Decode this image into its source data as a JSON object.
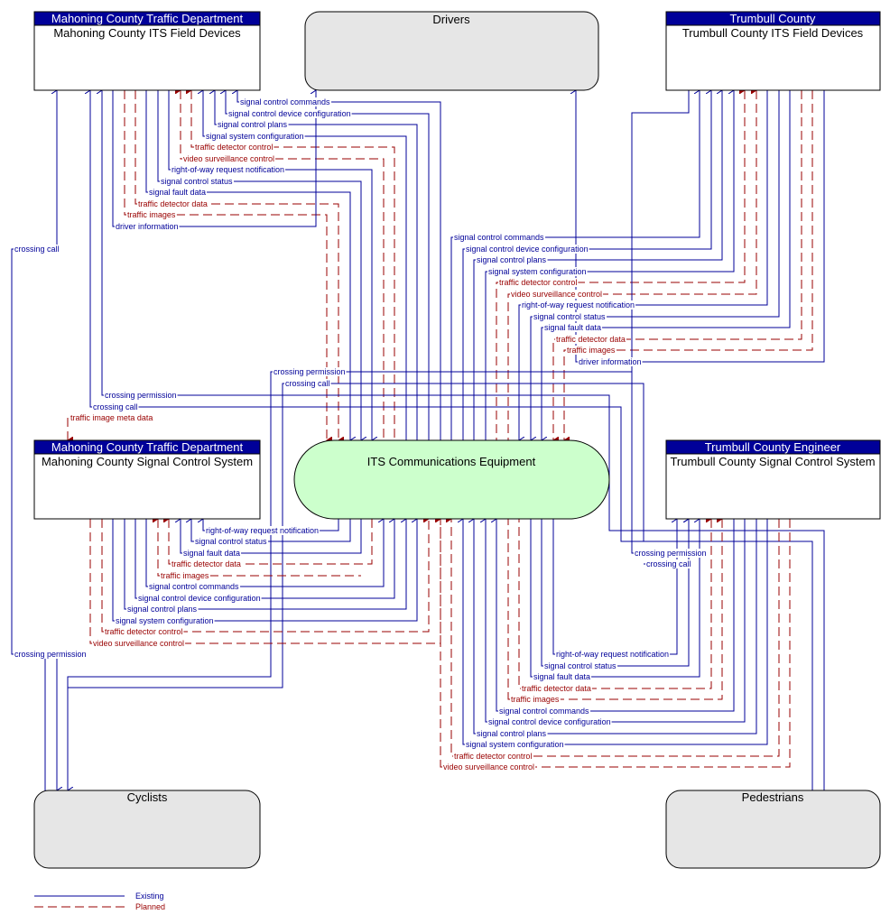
{
  "legend": {
    "existing": "Existing",
    "planned": "Planned"
  },
  "colors": {
    "existing": "#000099",
    "planned": "#990000",
    "header": "#000099",
    "center": "#ccffcc",
    "terminator": "#e6e6e6"
  },
  "nodes": {
    "mahoning_field": {
      "header": "Mahoning County Traffic Department",
      "title": "Mahoning County ITS Field Devices"
    },
    "drivers": {
      "title": "Drivers"
    },
    "trumbull_field": {
      "header": "Trumbull County",
      "title": "Trumbull County ITS Field Devices"
    },
    "its_comm": {
      "title": "ITS Communications Equipment"
    },
    "mahoning_signal": {
      "header": "Mahoning County Traffic Department",
      "title": "Mahoning County Signal Control System"
    },
    "trumbull_signal": {
      "header": "Trumbull County Engineer",
      "title": "Trumbull County Signal Control System"
    },
    "cyclists": {
      "title": "Cyclists"
    },
    "pedestrians": {
      "title": "Pedestrians"
    }
  },
  "flows": [
    {
      "id": "mf1",
      "label": "signal control commands",
      "status": "existing"
    },
    {
      "id": "mf2",
      "label": "signal control device configuration",
      "status": "existing"
    },
    {
      "id": "mf3",
      "label": "signal control plans",
      "status": "existing"
    },
    {
      "id": "mf4",
      "label": "signal system configuration",
      "status": "existing"
    },
    {
      "id": "mf5",
      "label": "traffic detector control",
      "status": "planned"
    },
    {
      "id": "mf6",
      "label": "video surveillance control",
      "status": "planned"
    },
    {
      "id": "mf7",
      "label": "right-of-way request notification",
      "status": "existing"
    },
    {
      "id": "mf8",
      "label": "signal control status",
      "status": "existing"
    },
    {
      "id": "mf9",
      "label": "signal fault data",
      "status": "existing"
    },
    {
      "id": "mf10",
      "label": "traffic detector data",
      "status": "planned"
    },
    {
      "id": "mf11",
      "label": "traffic images",
      "status": "planned"
    },
    {
      "id": "mf12",
      "label": "driver information",
      "status": "existing"
    },
    {
      "id": "mf13",
      "label": "crossing call",
      "status": "existing"
    },
    {
      "id": "mf14",
      "label": "crossing permission",
      "status": "existing"
    },
    {
      "id": "mf15",
      "label": "crossing call",
      "status": "existing"
    },
    {
      "id": "mf16",
      "label": "traffic image meta data",
      "status": "planned"
    },
    {
      "id": "tf1",
      "label": "signal control commands",
      "status": "existing"
    },
    {
      "id": "tf2",
      "label": "signal control device configuration",
      "status": "existing"
    },
    {
      "id": "tf3",
      "label": "signal control plans",
      "status": "existing"
    },
    {
      "id": "tf4",
      "label": "signal system configuration",
      "status": "existing"
    },
    {
      "id": "tf5",
      "label": "traffic detector control",
      "status": "planned"
    },
    {
      "id": "tf6",
      "label": "video surveillance control",
      "status": "planned"
    },
    {
      "id": "tf7",
      "label": "right-of-way request notification",
      "status": "existing"
    },
    {
      "id": "tf8",
      "label": "signal control status",
      "status": "existing"
    },
    {
      "id": "tf9",
      "label": "signal fault data",
      "status": "existing"
    },
    {
      "id": "tf10",
      "label": "traffic detector data",
      "status": "planned"
    },
    {
      "id": "tf11",
      "label": "traffic images",
      "status": "planned"
    },
    {
      "id": "tf12",
      "label": "driver information",
      "status": "existing"
    },
    {
      "id": "tf13",
      "label": "crossing permission",
      "status": "existing"
    },
    {
      "id": "tf14",
      "label": "crossing call",
      "status": "existing"
    },
    {
      "id": "ms1",
      "label": "right-of-way request notification",
      "status": "existing"
    },
    {
      "id": "ms2",
      "label": "signal control status",
      "status": "existing"
    },
    {
      "id": "ms3",
      "label": "signal fault data",
      "status": "existing"
    },
    {
      "id": "ms4",
      "label": "traffic detector data",
      "status": "planned"
    },
    {
      "id": "ms5",
      "label": "traffic images",
      "status": "planned"
    },
    {
      "id": "ms6",
      "label": "signal control commands",
      "status": "existing"
    },
    {
      "id": "ms7",
      "label": "signal control device configuration",
      "status": "existing"
    },
    {
      "id": "ms8",
      "label": "signal control plans",
      "status": "existing"
    },
    {
      "id": "ms9",
      "label": "signal system configuration",
      "status": "existing"
    },
    {
      "id": "ms10",
      "label": "traffic detector control",
      "status": "planned"
    },
    {
      "id": "ms11",
      "label": "video surveillance control",
      "status": "planned"
    },
    {
      "id": "mc1",
      "label": "crossing permission",
      "status": "existing"
    },
    {
      "id": "ts1",
      "label": "crossing permission",
      "status": "existing"
    },
    {
      "id": "ts2",
      "label": "crossing call",
      "status": "existing"
    },
    {
      "id": "ts3",
      "label": "right-of-way request notification",
      "status": "existing"
    },
    {
      "id": "ts4",
      "label": "signal control status",
      "status": "existing"
    },
    {
      "id": "ts5",
      "label": "signal fault data",
      "status": "existing"
    },
    {
      "id": "ts6",
      "label": "traffic detector data",
      "status": "planned"
    },
    {
      "id": "ts7",
      "label": "traffic images",
      "status": "planned"
    },
    {
      "id": "ts8",
      "label": "signal control commands",
      "status": "existing"
    },
    {
      "id": "ts9",
      "label": "signal control device configuration",
      "status": "existing"
    },
    {
      "id": "ts10",
      "label": "signal control plans",
      "status": "existing"
    },
    {
      "id": "ts11",
      "label": "signal system configuration",
      "status": "existing"
    },
    {
      "id": "ts12",
      "label": "traffic detector control",
      "status": "planned"
    },
    {
      "id": "ts13",
      "label": "video surveillance control",
      "status": "planned"
    }
  ]
}
